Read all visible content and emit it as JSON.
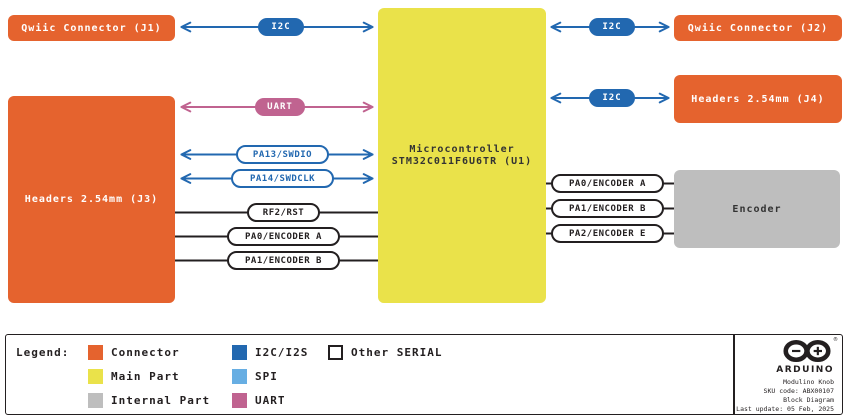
{
  "colors": {
    "connector_orange": "#E5632E",
    "main_part_yellow": "#EAE24A",
    "internal_part_gray": "#BEBEBE",
    "i2c_i2s_blue": "#2268B0",
    "spi_light_blue": "#67AEE3",
    "uart_pink": "#C06390",
    "outline_black": "#231F20"
  },
  "diagram": {
    "blocks": {
      "j1": "Qwiic Connector (J1)",
      "j2": "Qwiic Connector (J2)",
      "j4": "Headers 2.54mm (J4)",
      "j3": "Headers 2.54mm (J3)",
      "mcu_line1": "Microcontroller",
      "mcu_line2": "STM32C011F6U6TR (U1)",
      "encoder": "Encoder"
    },
    "bus_labels": {
      "i2c_j1": "I2C",
      "i2c_j2": "I2C",
      "i2c_j4": "I2C",
      "uart": "UART"
    },
    "pins_left": [
      "PA13/SWDIO",
      "PA14/SWDCLK",
      "RF2/RST",
      "PA0/ENCODER A",
      "PA1/ENCODER B"
    ],
    "pins_right": [
      "PA0/ENCODER A",
      "PA1/ENCODER B",
      "PA2/ENCODER E"
    ]
  },
  "legend": {
    "title": "Legend:",
    "items": [
      {
        "label": "Connector",
        "color": "#E5632E"
      },
      {
        "label": "Main Part",
        "color": "#EAE24A"
      },
      {
        "label": "Internal Part",
        "color": "#BEBEBE"
      },
      {
        "label": "I2C/I2S",
        "color": "#2268B0"
      },
      {
        "label": "SPI",
        "color": "#67AEE3"
      },
      {
        "label": "UART",
        "color": "#C06390"
      },
      {
        "label": "Other SERIAL",
        "color": "#FFFFFF"
      }
    ]
  },
  "footer": {
    "brand": "ARDUINO",
    "registered_mark": "®",
    "product": "Modulino Knob",
    "sku": "SKU code: ABX00107",
    "doc_type": "Block Diagram",
    "last_update": "Last update: 05 Feb, 2025"
  }
}
